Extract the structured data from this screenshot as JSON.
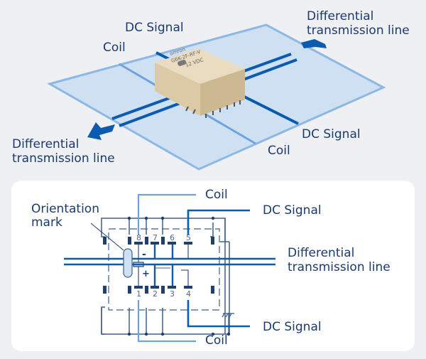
{
  "top_diagram": {
    "labels": {
      "dc_signal_top": "DC Signal",
      "coil_top": "Coil",
      "diff_line_top": [
        "Differential",
        "transmission line"
      ],
      "diff_line_bottom": [
        "Differential",
        "transmission line"
      ],
      "dc_signal_bottom": "DC Signal",
      "coil_bottom": "Coil"
    },
    "relay_marking": [
      "omron",
      "G6K-2F-RF-V",
      "12 VDC"
    ]
  },
  "schematic": {
    "labels": {
      "coil_top": "Coil",
      "dc_signal_top": "DC Signal",
      "orientation_mark": [
        "Orientation",
        "mark"
      ],
      "diff_line": [
        "Differential",
        "transmission line"
      ],
      "dc_signal_bottom": "DC Signal",
      "coil_bottom": "Coil"
    },
    "pins_top": [
      "8",
      "7",
      "6",
      "5"
    ],
    "pins_bottom": [
      "1",
      "2",
      "3",
      "4"
    ],
    "polarity": {
      "minus": "-",
      "plus": "+"
    }
  },
  "colors": {
    "background": "#eff0f3",
    "board": "#cfe0f2",
    "board_edge": "#8db8e3",
    "dark_trace": "#0b5bb0",
    "light_trace": "#6ea3db",
    "text": "#1b3a6b"
  }
}
